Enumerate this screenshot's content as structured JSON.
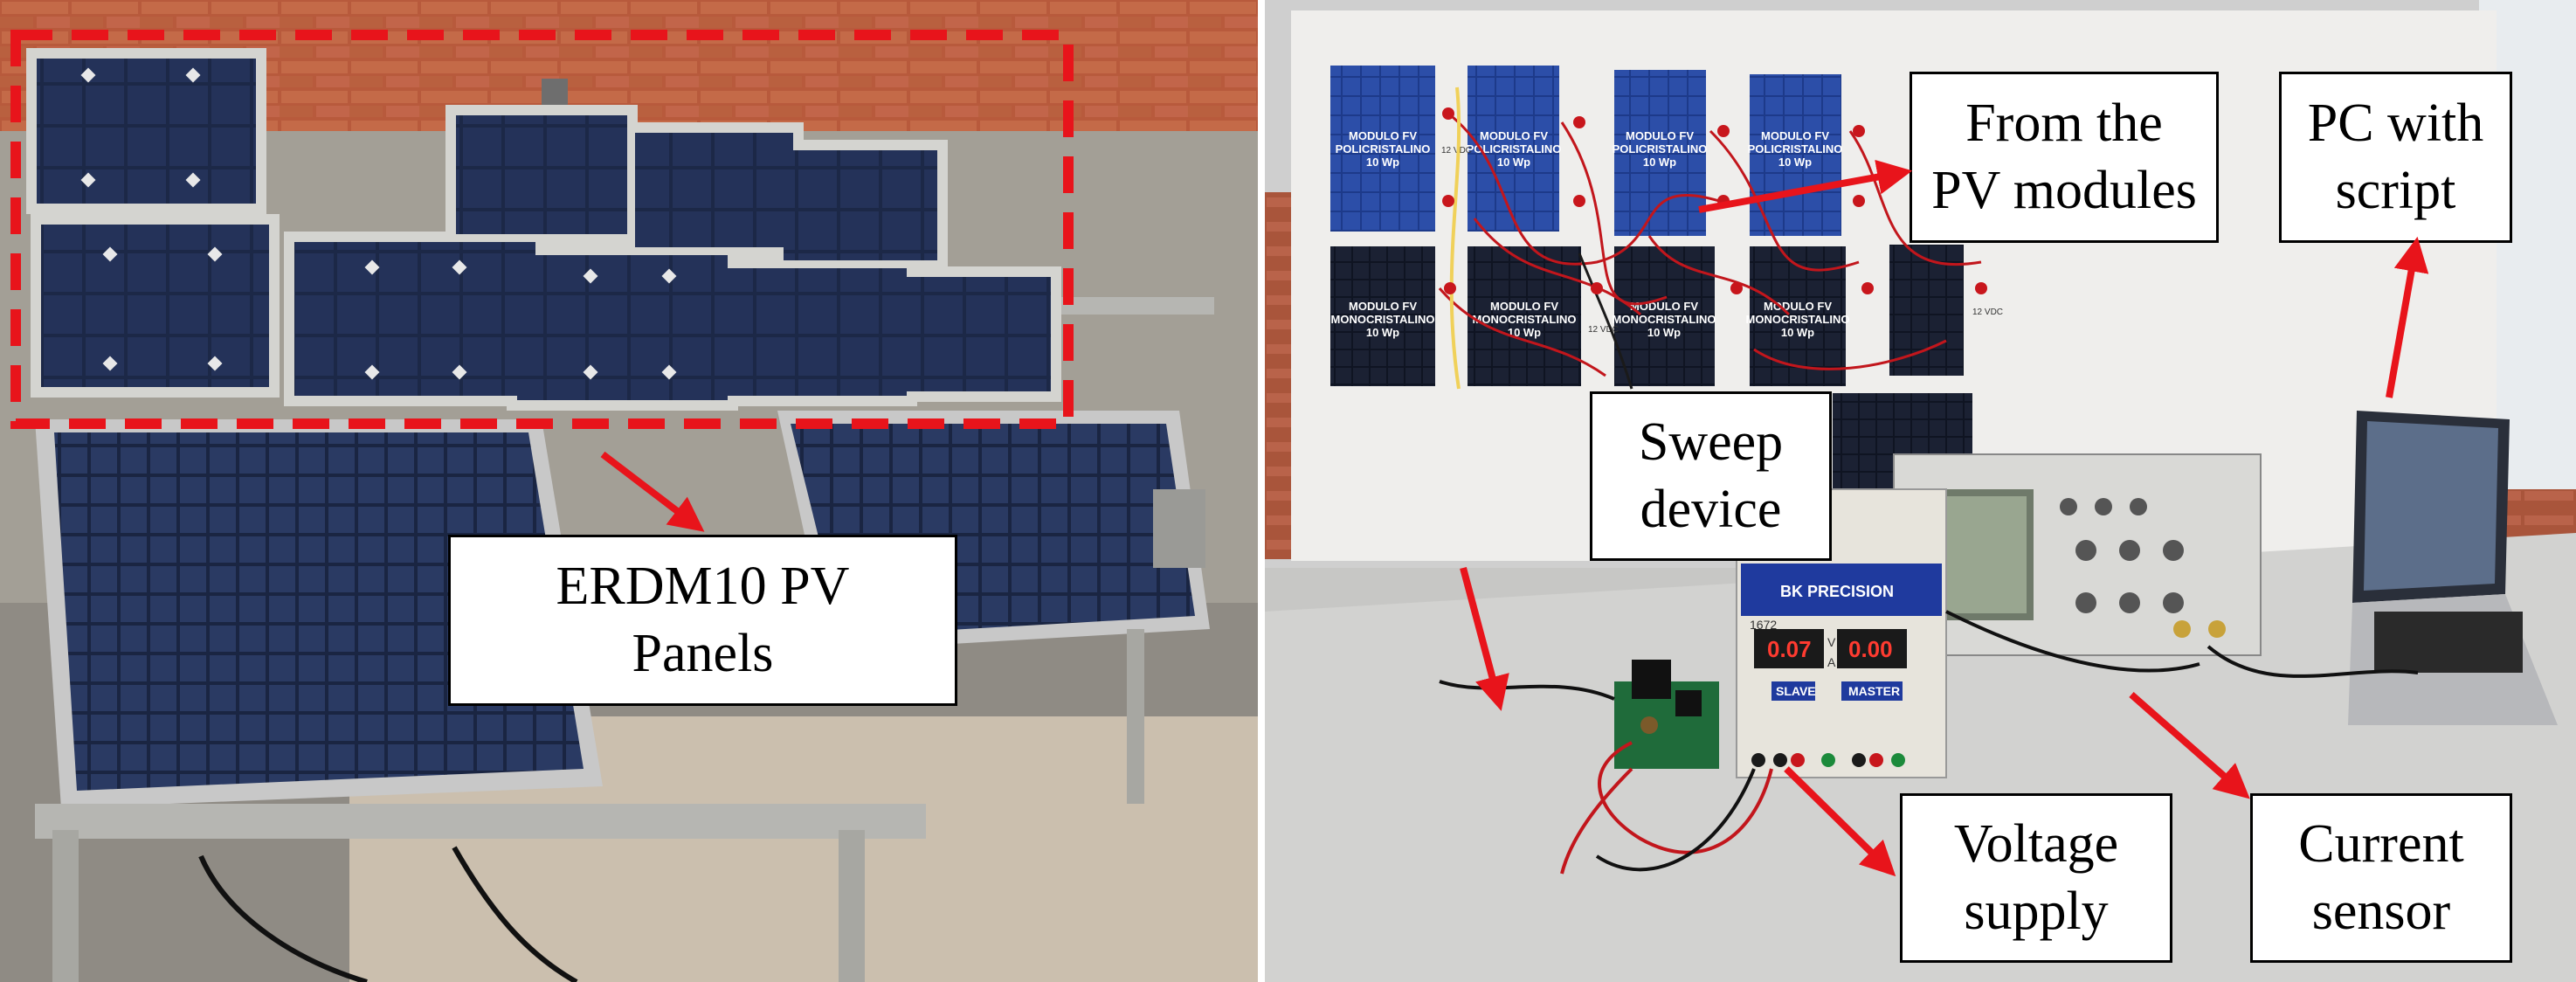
{
  "labels": {
    "erdm": "ERDM10 PV\nPanels",
    "from_pv": "From the\nPV modules",
    "pc": "PC with\nscript",
    "sweep": "Sweep\ndevice",
    "voltage": "Voltage\nsupply",
    "current": "Current\nsensor"
  },
  "board_text": {
    "poly": [
      "MODULO FV\nPOLICRISTALINO\n10 Wp",
      "MODULO FV\nPOLICRISTALINO\n10 Wp",
      "MODULO FV\nPOLICRISTALINO\n10 Wp",
      "MODULO FV\nPOLICRISTALINO\n10 Wp"
    ],
    "mono": [
      "MODULO FV\nMONOCRISTALINO\n10 Wp",
      "MODULO FV\nMONOCRISTALINO\n10 Wp",
      "MODULO FV\nMONOCRISTALINO\n10 Wp",
      "MODULO FV\nMONOCRISTALINO\n10 Wp"
    ],
    "vdc": "12 VDC"
  },
  "psu": {
    "brand": "BK PRECISION",
    "model": "1672",
    "slave": "SLAVE",
    "master": "MASTER",
    "v": "V",
    "a": "A"
  },
  "colors": {
    "highlight": "#e8141b",
    "arrow": "#e8141b"
  }
}
